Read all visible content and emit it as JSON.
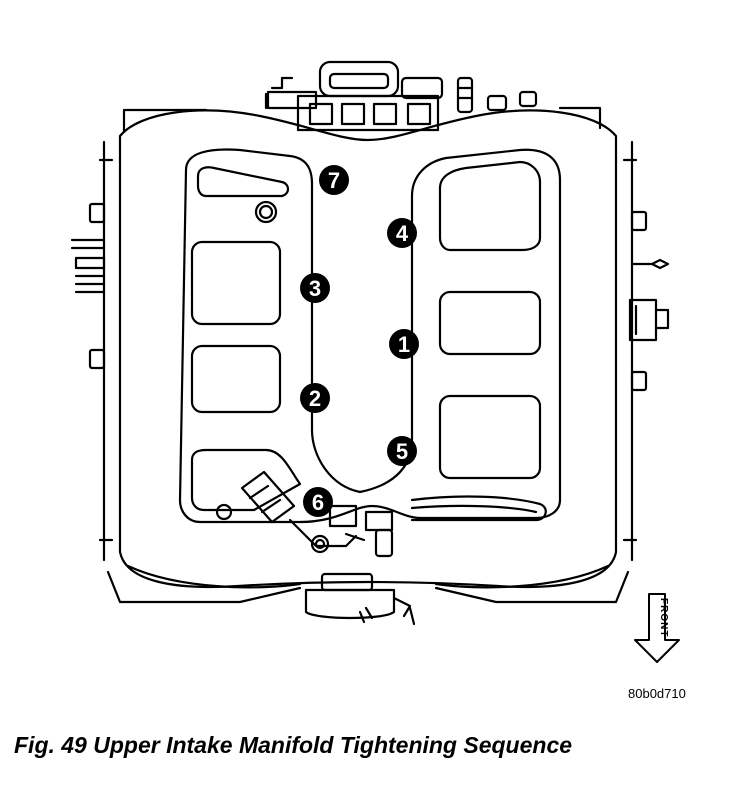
{
  "bolts": [
    {
      "number": "1"
    },
    {
      "number": "2"
    },
    {
      "number": "3"
    },
    {
      "number": "4"
    },
    {
      "number": "5"
    },
    {
      "number": "6"
    },
    {
      "number": "7"
    }
  ],
  "front_indicator": {
    "label": "FRONT"
  },
  "part_number": "80b0d710",
  "caption": "Fig. 49 Upper Intake Manifold Tightening Sequence"
}
